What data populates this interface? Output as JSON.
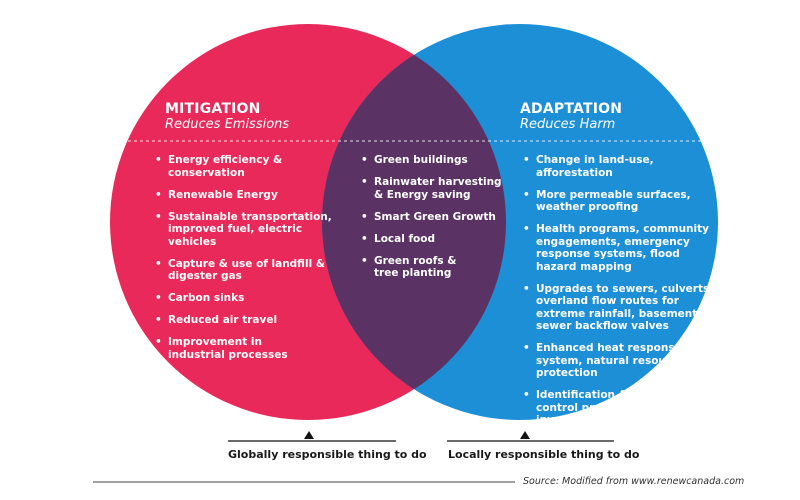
{
  "colors": {
    "mitigation": "#e8295a",
    "adaptation": "#1c8fd6",
    "overlap": "#5a3264"
  },
  "mitigation": {
    "title": "MITIGATION",
    "subtitle": "Reduces Emissions",
    "items": [
      "Energy efficiency & conservation",
      "Renewable Energy",
      "Sustainable transportation, improved fuel, electric vehicles",
      "Capture & use of landfill & digester gas",
      "Carbon sinks",
      "Reduced air travel",
      "Improvement in industrial processes"
    ]
  },
  "overlap": {
    "items": [
      "Green buildings",
      "Rainwater harvesting & Energy saving",
      "Smart Green Growth",
      "Local food",
      "Green roofs & tree planting"
    ]
  },
  "adaptation": {
    "title": "ADAPTATION",
    "subtitle": "Reduces Harm",
    "items": [
      "Change in land-use, afforestation",
      "More permeable surfaces, weather proofing",
      "Health programs, community engagements, emergency response systems, flood hazard mapping",
      "Upgrades to sewers, culverts & overland flow routes for extreme rainfall, basement sewer backflow valves",
      "Enhanced heat response system, natural resource protection",
      "Identification & control programs for invasive species."
    ]
  },
  "captions": {
    "left": "Globally responsible thing to do",
    "right": "Locally responsible thing to do"
  },
  "source": "Source: Modified from www.renewcanada.com"
}
